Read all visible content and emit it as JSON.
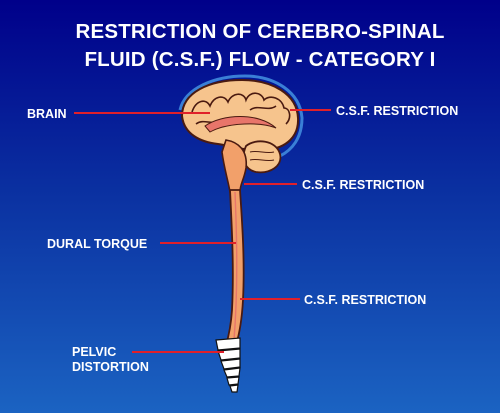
{
  "title": {
    "line1": "RESTRICTION OF CEREBRO-SPINAL",
    "line2": "FLUID (C.S.F.) FLOW - CATEGORY I"
  },
  "labels": {
    "brain": "BRAIN",
    "csf_restriction_top": "C.S.F. RESTRICTION",
    "csf_restriction_middle": "C.S.F. RESTRICTION",
    "dural_torque": "DURAL TORQUE",
    "csf_restriction_lower": "C.S.F. RESTRICTION",
    "pelvic_line1": "PELVIC",
    "pelvic_line2": "DISTORTION"
  },
  "colors": {
    "background_top": "#00008a",
    "background_bottom": "#1b63c2",
    "leader_line": "#e0202a",
    "brain_fill": "#f6c48d",
    "brain_outline": "#4a1a10",
    "spinal_fill": "#f2a06a",
    "sacrum_fill": "#ffffff"
  }
}
